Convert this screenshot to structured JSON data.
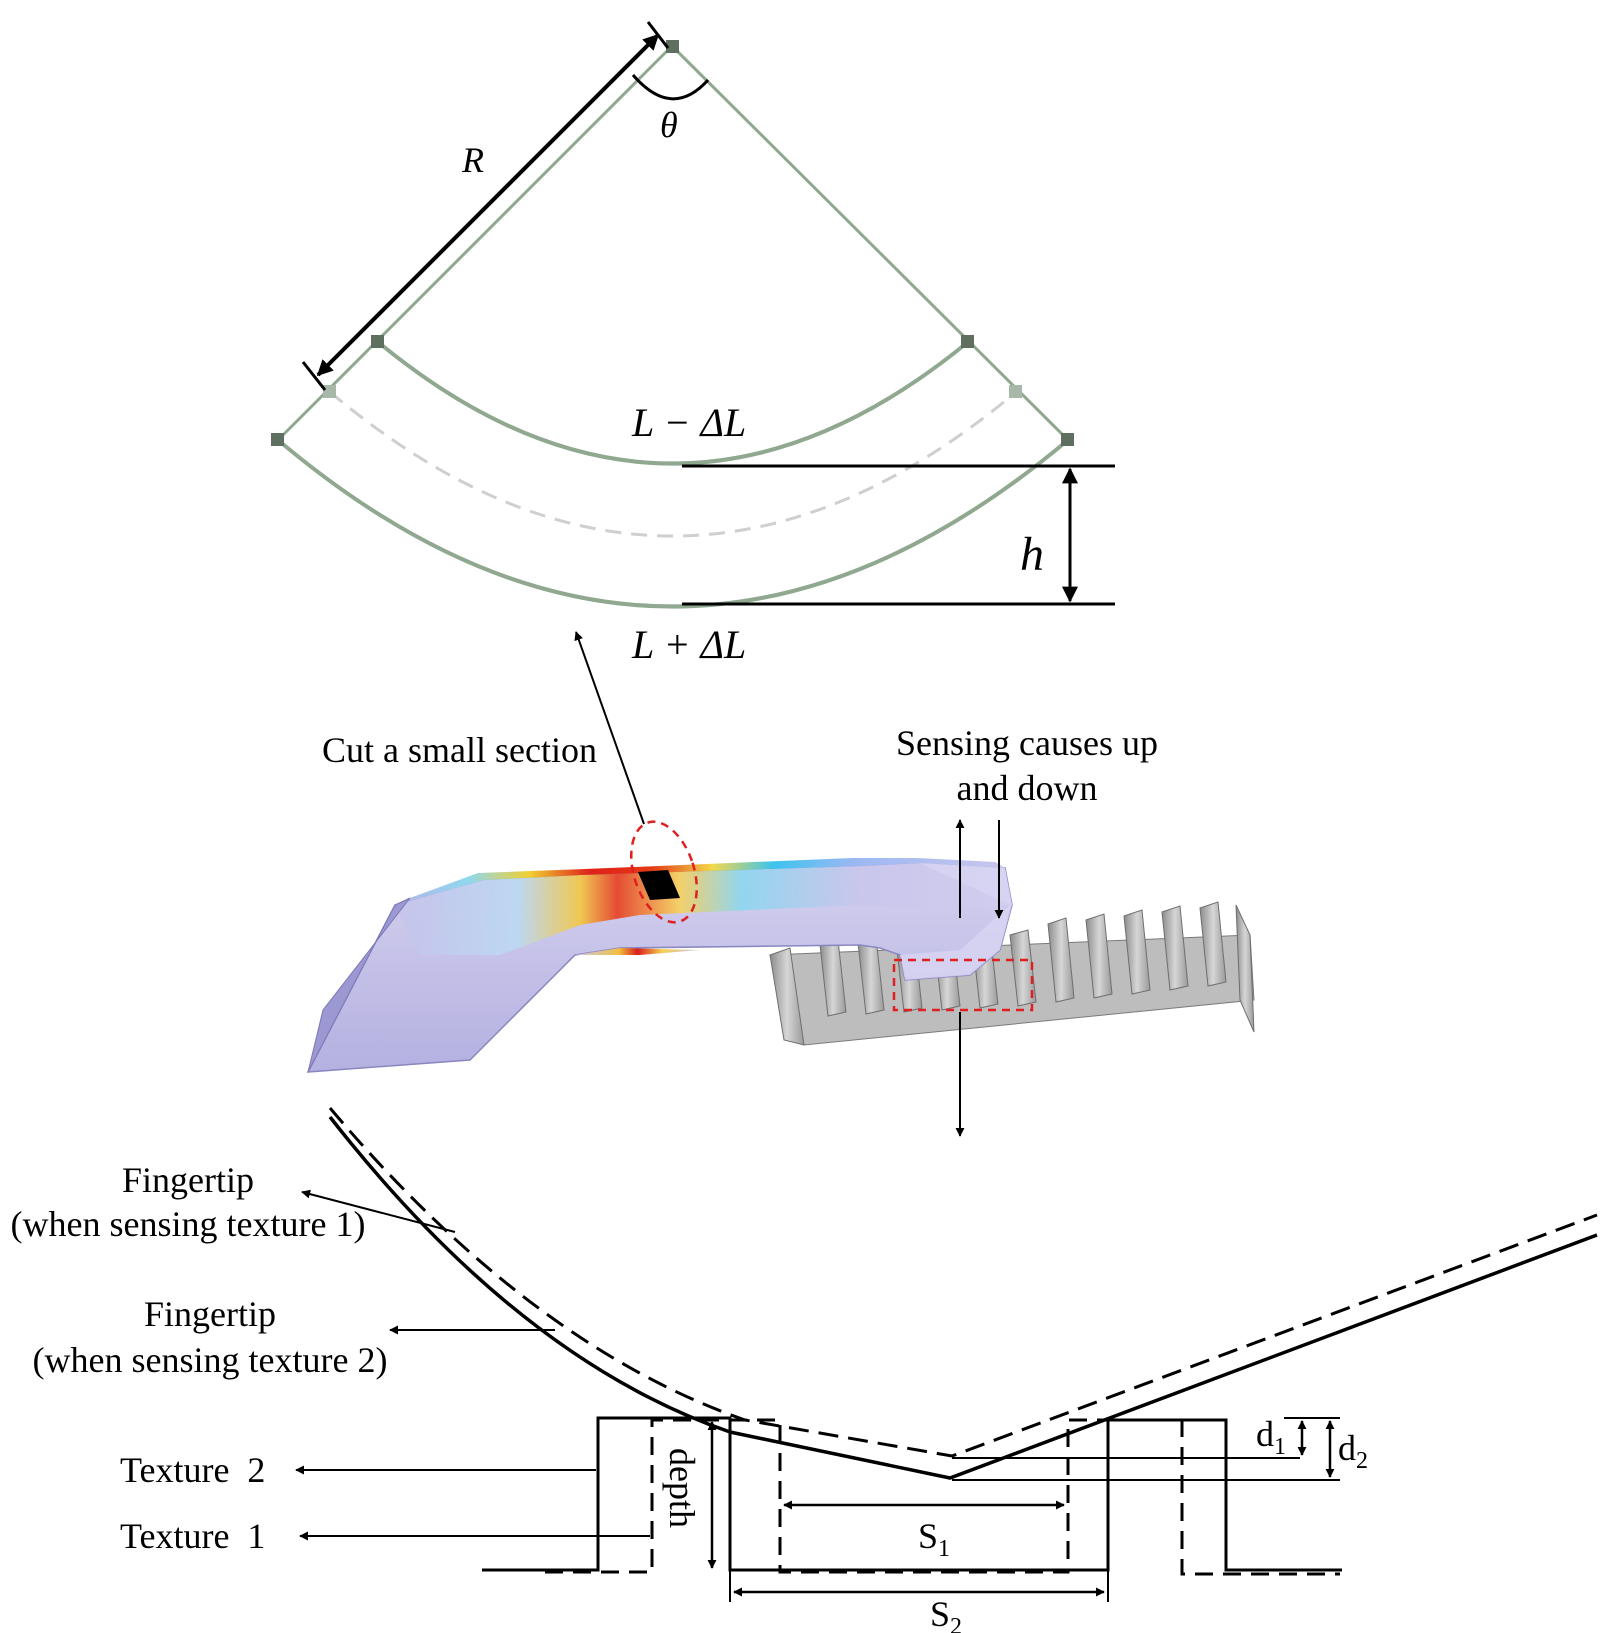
{
  "geometry_labels": {
    "radius": "R",
    "angle": "θ",
    "inner_length": "L − ΔL",
    "outer_length": "L + ΔL",
    "thickness": "h"
  },
  "annotations": {
    "cut_section": "Cut a small section",
    "sensing_line1": "Sensing causes up",
    "sensing_line2": "and down"
  },
  "fingertip_labels": {
    "texture1_line1": "Fingertip",
    "texture1_line2": "(when sensing texture 1)",
    "texture2_line1": "Fingertip",
    "texture2_line2": "(when sensing texture 2)"
  },
  "texture_labels": {
    "texture2": "Texture  2",
    "texture1": "Texture  1",
    "depth": "depth"
  },
  "dimension_labels": {
    "d1_base": "d",
    "d1_sub": "1",
    "d2_base": "d",
    "d2_sub": "2",
    "s1_base": "S",
    "s1_sub": "1",
    "s2_base": "S",
    "s2_sub": "2"
  },
  "colors": {
    "outline": "#8fa88f",
    "node": "#5f6f5f",
    "heat_red": "#e0201a",
    "heat_blue": "#3cc4ee",
    "body_lavender": "#c9c6ec",
    "highlight_red": "#e02020"
  }
}
